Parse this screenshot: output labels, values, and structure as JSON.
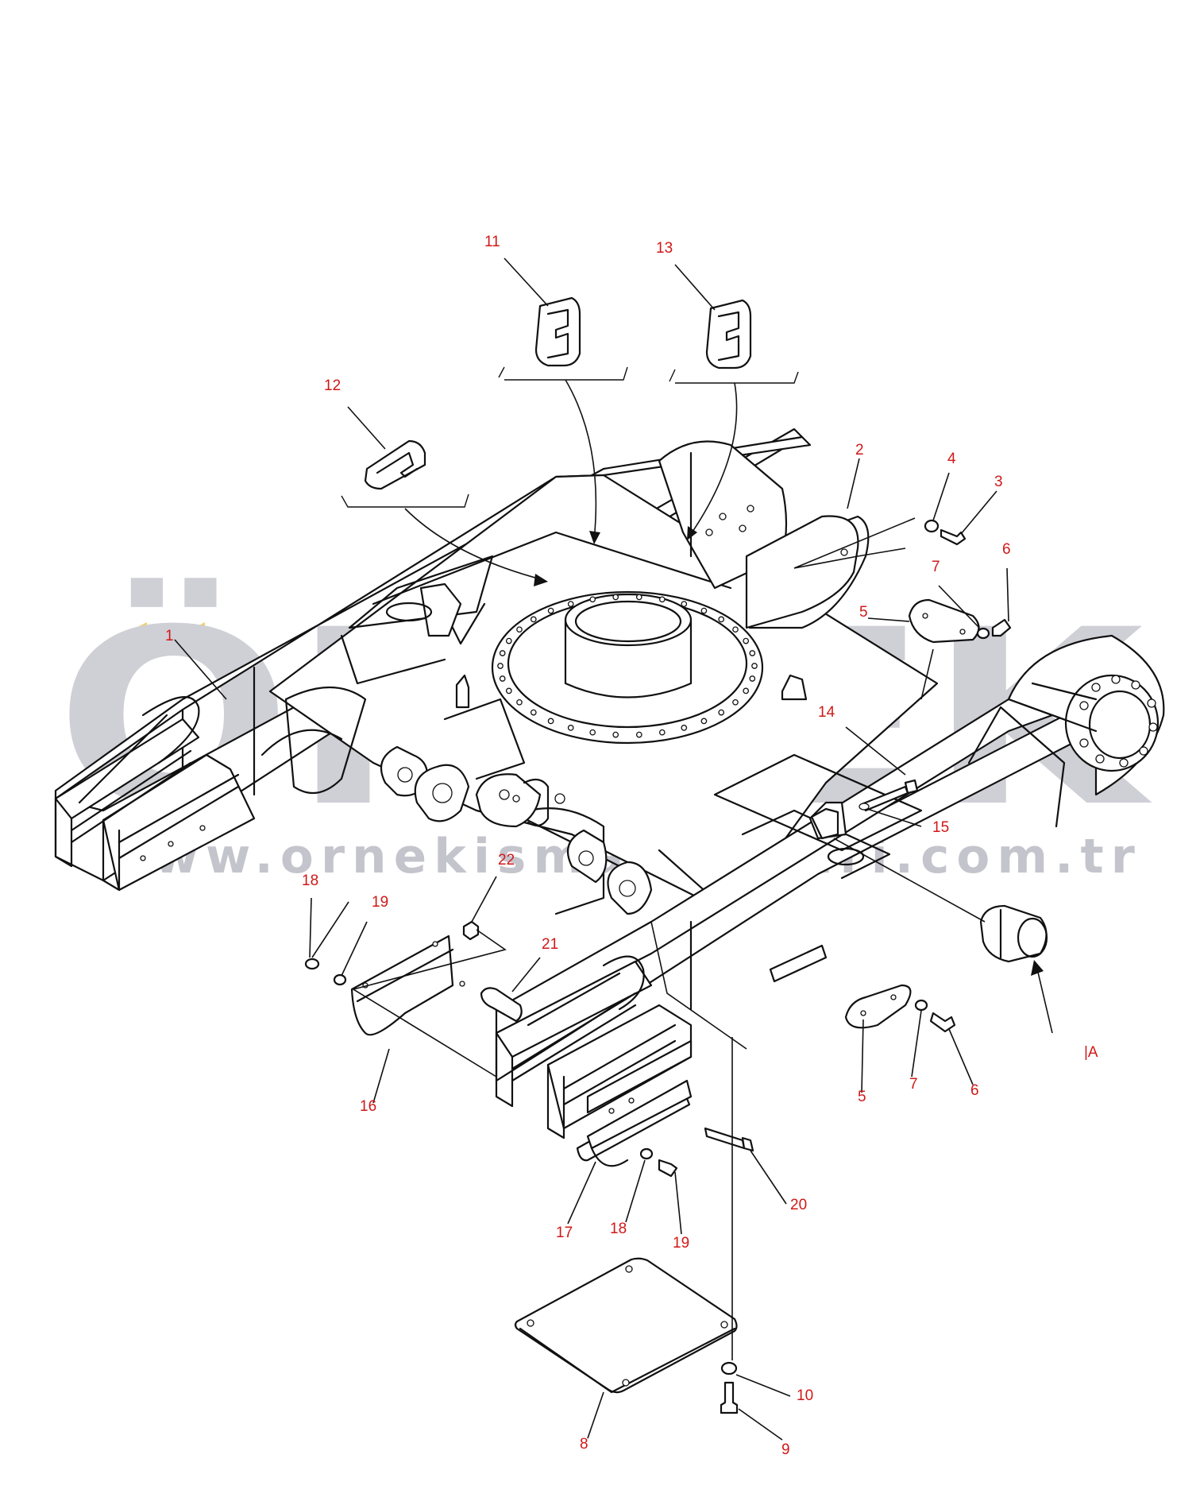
{
  "watermark": {
    "word": "ÖRNEK",
    "url": "www.ornekismakinalari.com.tr",
    "accent_color": "#f3cf6a",
    "text_color": "#cfcfd6"
  },
  "callouts": {
    "c1": "1",
    "c2": "2",
    "c3": "3",
    "c4": "4",
    "c5a": "5",
    "c5b": "5",
    "c6a": "6",
    "c6b": "6",
    "c7a": "7",
    "c7b": "7",
    "c8": "8",
    "c9": "9",
    "c10": "10",
    "c11": "11",
    "c12": "12",
    "c13": "13",
    "c14": "14",
    "c15": "15",
    "c16": "16",
    "c17": "17",
    "c18a": "18",
    "c18b": "18",
    "c19a": "19",
    "c19b": "19",
    "c20": "20",
    "c21": "21",
    "c22": "22",
    "cA": "|A"
  },
  "colors": {
    "callout": "#d11818",
    "line": "#111111"
  }
}
